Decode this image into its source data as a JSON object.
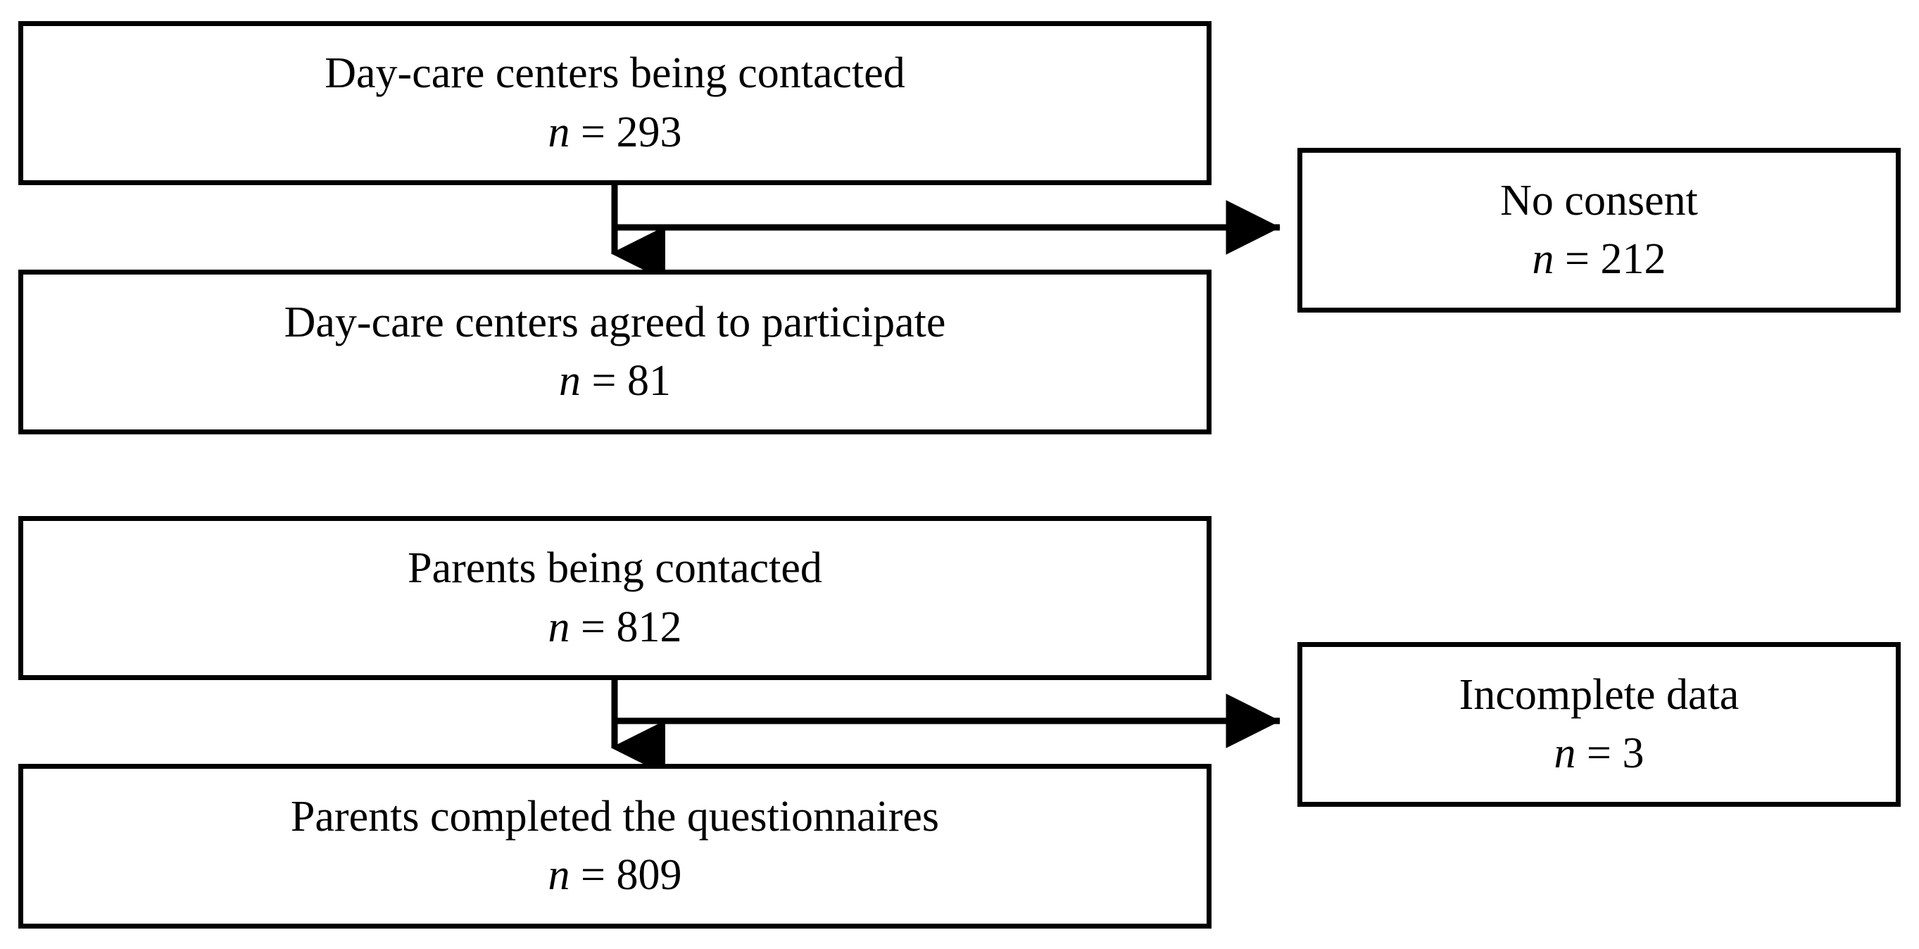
{
  "figure": {
    "type": "flow-diagram",
    "kind": "participant-recruitment-flowchart",
    "background_color": "#ffffff",
    "line_color": "#000000",
    "text_color": "#000000"
  },
  "boxes": [
    {
      "id": "daycare-contacted",
      "title": "Day-care centers being contacted",
      "n_label": "n",
      "equals": "=",
      "count": "293",
      "count_line": "n = 293",
      "column": "left",
      "row": 1
    },
    {
      "id": "daycare-agreed",
      "title": "Day-care centers agreed to participate",
      "n_label": "n",
      "equals": "=",
      "count": "81",
      "count_line": "n = 81",
      "column": "left",
      "row": 2
    },
    {
      "id": "parents-contacted",
      "title": "Parents being contacted",
      "n_label": "n",
      "equals": "=",
      "count": "812",
      "count_line": "n = 812",
      "column": "left",
      "row": 3
    },
    {
      "id": "parents-completed",
      "title": "Parents completed the questionnaires",
      "n_label": "n",
      "equals": "=",
      "count": "809",
      "count_line": "n = 809",
      "column": "left",
      "row": 4
    },
    {
      "id": "no-consent",
      "title": "No consent",
      "n_label": "n",
      "equals": "=",
      "count": "212",
      "count_line": "n = 212",
      "column": "right",
      "row": 1
    },
    {
      "id": "incomplete-data",
      "title": "Incomplete data",
      "n_label": "n",
      "equals": "=",
      "count": "3",
      "count_line": "n = 3",
      "column": "right",
      "row": 2
    }
  ],
  "connectors": [
    {
      "id": "daycare-down",
      "from": "daycare-contacted",
      "to": "daycare-agreed",
      "direction": "down",
      "arrowhead": "filled-triangle"
    },
    {
      "id": "daycare-exclusion",
      "from": "daycare-contacted",
      "to": "no-consent",
      "direction": "right",
      "arrowhead": "filled-triangle"
    },
    {
      "id": "parents-down",
      "from": "parents-contacted",
      "to": "parents-completed",
      "direction": "down",
      "arrowhead": "filled-triangle"
    },
    {
      "id": "parents-exclusion",
      "from": "parents-contacted",
      "to": "incomplete-data",
      "direction": "right",
      "arrowhead": "filled-triangle"
    }
  ]
}
